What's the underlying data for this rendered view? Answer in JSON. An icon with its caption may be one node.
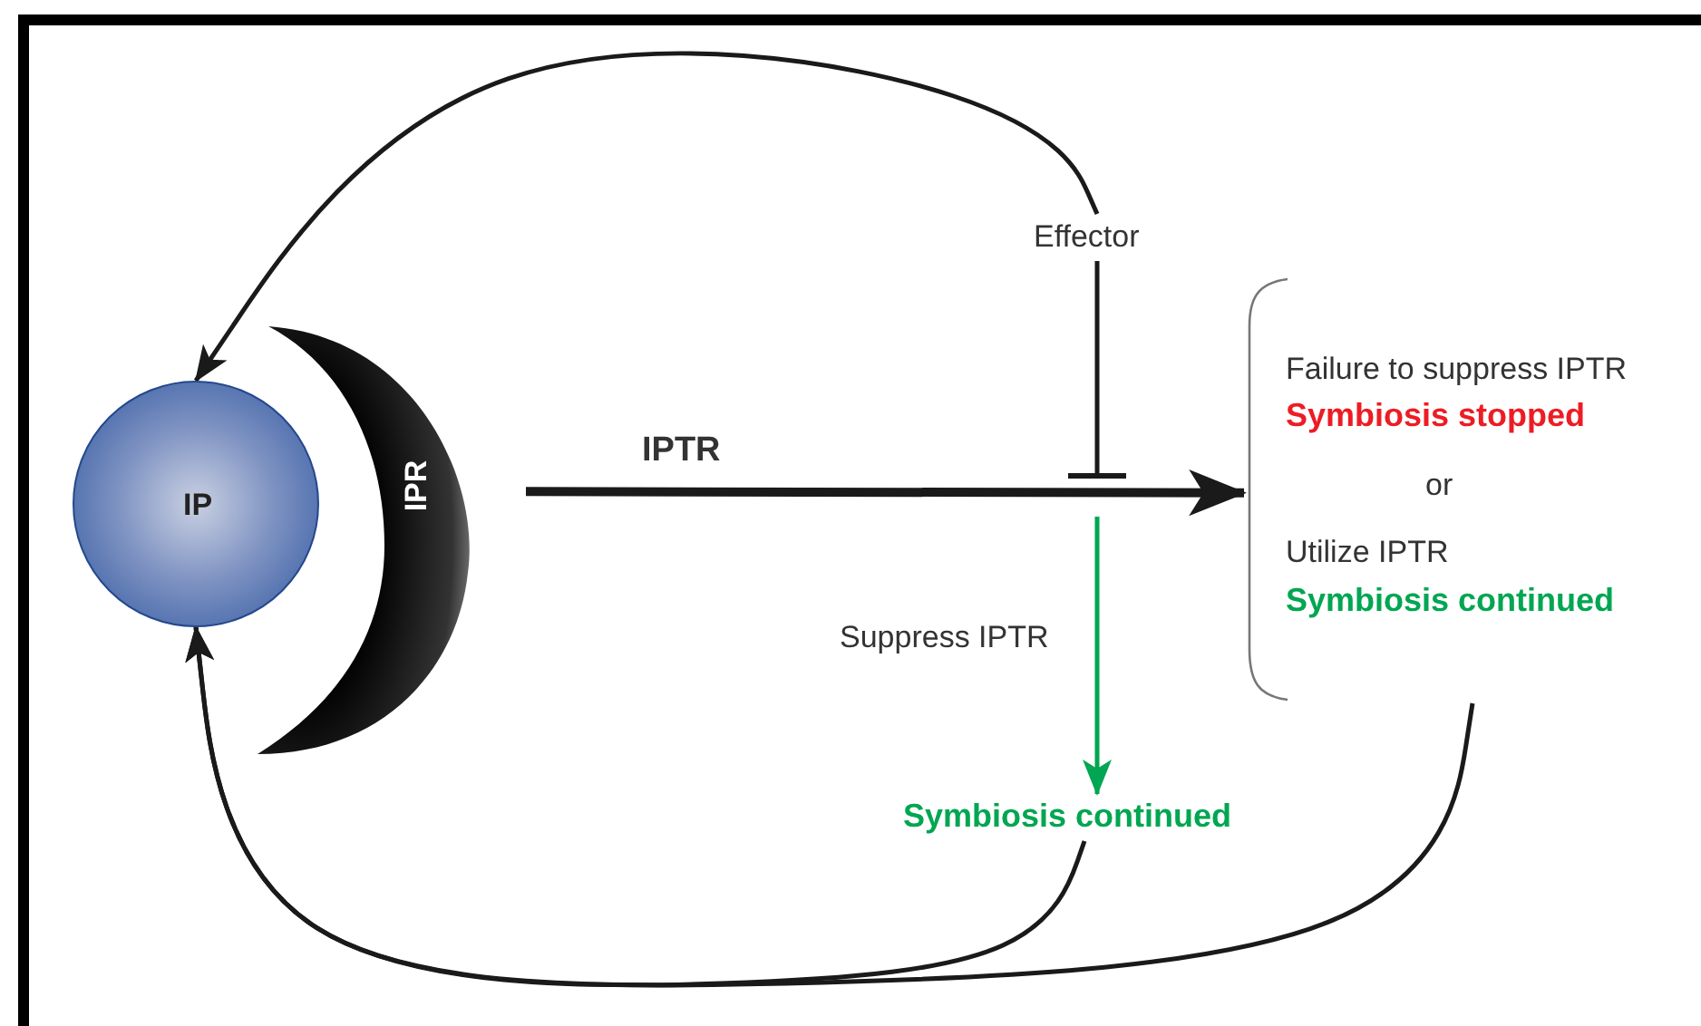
{
  "diagram": {
    "nodes": [
      {
        "text": [
          "IP"
        ]
      },
      {
        "text": [
          "IPR"
        ]
      },
      {
        "text": [
          "Effector"
        ]
      },
      {
        "text": [
          "Failure to suppress IPTR",
          "Symbiosis stopped",
          "or",
          "Utilize IPTR",
          "Symbiosis continued"
        ]
      },
      {
        "text": [
          "Symbiosis continued"
        ]
      }
    ],
    "edges": [
      {
        "from": 1,
        "to": 3,
        "arrow": "to",
        "label": "IPTR",
        "style": "thick"
      },
      {
        "from": 2,
        "to": null,
        "arrow": "other"
      },
      {
        "from": null,
        "to": 4,
        "arrow": "to",
        "label": "Suppress IPTR",
        "color": "#00a651"
      },
      {
        "from": 2,
        "to": 0,
        "arrow": "to"
      },
      {
        "from": 3,
        "to": 0,
        "arrow": "to"
      },
      {
        "from": 4,
        "to": 0,
        "arrow": "to"
      }
    ]
  }
}
